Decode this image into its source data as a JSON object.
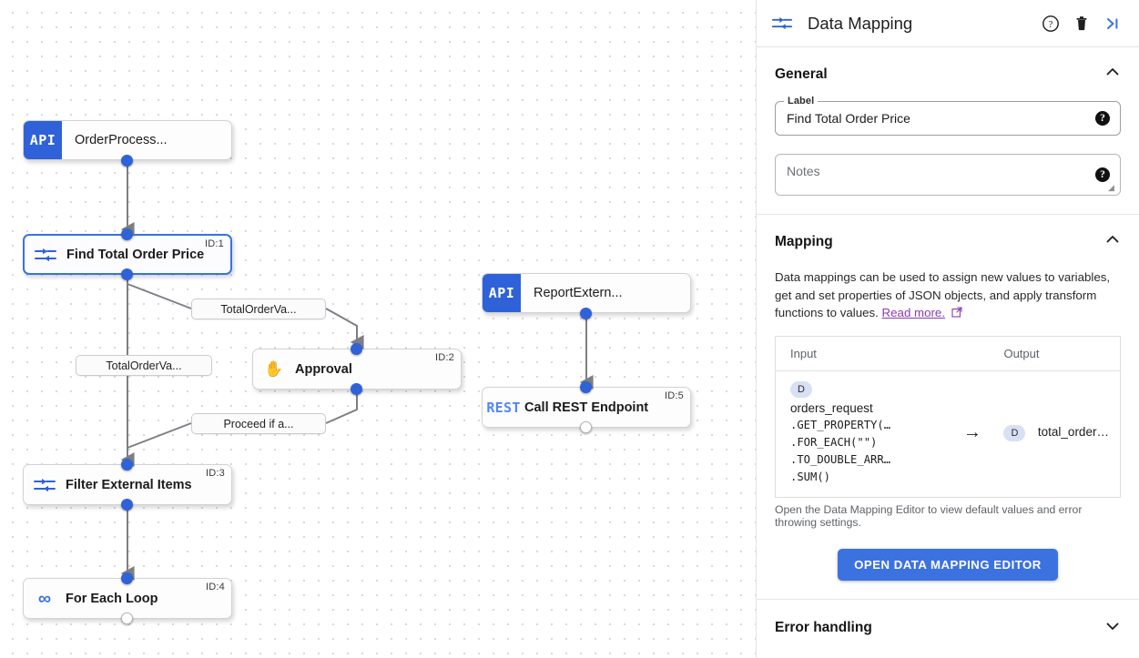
{
  "panel": {
    "header": {
      "icon": "data-mapping-icon",
      "title": "Data Mapping",
      "help_icon": "help-circle-icon",
      "delete_icon": "trash-icon",
      "collapse_icon": "collapse-panel-icon"
    },
    "general": {
      "title": "General",
      "chevron": "chevron-up-icon",
      "label_legend": "Label",
      "label_value": "Find Total Order Price",
      "label_help": "?",
      "notes_placeholder": "Notes",
      "notes_help": "?"
    },
    "mapping": {
      "title": "Mapping",
      "chevron": "chevron-up-icon",
      "description": "Data mappings can be used to assign new values to variables, get and set properties of JSON objects, and apply transform functions to values.",
      "link_text": "Read more.",
      "columns": [
        "Input",
        "Output"
      ],
      "rows": [
        {
          "input_badge": "D",
          "input_name": "orders_request",
          "input_expression": [
            ".GET_PROPERTY(…",
            ".FOR_EACH(\"\")",
            ".TO_DOUBLE_ARR…",
            ".SUM()"
          ],
          "arrow": "→",
          "output_badge": "D",
          "output_name": "total_order…"
        }
      ],
      "footnote": "Open the Data Mapping Editor to view default values and error throwing settings.",
      "button_label": "OPEN DATA MAPPING EDITOR"
    },
    "error_handling": {
      "title": "Error handling",
      "chevron": "chevron-down-icon"
    }
  },
  "canvas": {
    "nodes": [
      {
        "id": "",
        "label": "OrderProcess...",
        "badge": "API",
        "kind": "api"
      },
      {
        "id": "ID:1",
        "label": "Find Total Order Price",
        "badge": "",
        "kind": "mapper",
        "selected": true
      },
      {
        "id": "ID:2",
        "label": "Approval",
        "badge": "",
        "kind": "approval"
      },
      {
        "id": "ID:3",
        "label": "Filter External Items",
        "badge": "",
        "kind": "mapper"
      },
      {
        "id": "ID:4",
        "label": "For Each Loop",
        "badge": "",
        "kind": "loop"
      },
      {
        "id": "",
        "label": "ReportExtern...",
        "badge": "API",
        "kind": "api"
      },
      {
        "id": "ID:5",
        "label": "Call REST Endpoint",
        "badge": "REST",
        "kind": "rest"
      }
    ],
    "edge_labels": [
      "TotalOrderVa...",
      "TotalOrderVa...",
      "Proceed if a..."
    ]
  },
  "colors": {
    "accent_blue": "#3c72e0",
    "api_blue": "#2f62d8",
    "link_purple": "#8a3ab0",
    "chip_blue": "#d7e0f5"
  }
}
